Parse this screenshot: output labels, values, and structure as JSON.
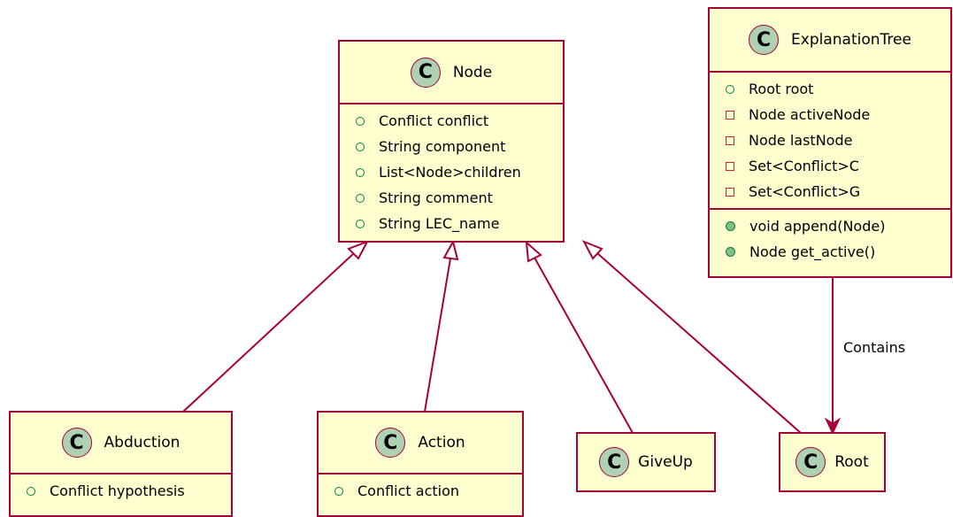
{
  "classes": {
    "node": {
      "name": "Node",
      "icon": "class-c-icon",
      "fields": [
        "Conflict conflict",
        "String component",
        "List<Node>children",
        "String comment",
        "String LEC_name"
      ]
    },
    "explanation_tree": {
      "name": "ExplanationTree",
      "icon": "class-c-icon",
      "fields": [
        "Root root",
        "Node activeNode",
        "Node lastNode",
        "Set<Conflict>C",
        "Set<Conflict>G"
      ],
      "methods": [
        "void append(Node)",
        "Node get_active()"
      ]
    },
    "abduction": {
      "name": "Abduction",
      "icon": "class-c-icon",
      "fields": [
        "Conflict hypothesis"
      ]
    },
    "action": {
      "name": "Action",
      "icon": "class-c-icon",
      "fields": [
        "Conflict action"
      ]
    },
    "giveup": {
      "name": "GiveUp",
      "icon": "class-c-icon"
    },
    "root": {
      "name": "Root",
      "icon": "class-c-icon"
    }
  },
  "relations": {
    "contains_label": "Contains"
  },
  "colors": {
    "border": "#a80036",
    "fill": "#fefece",
    "icon_fill": "#add1b2"
  },
  "icon_letter": "C"
}
